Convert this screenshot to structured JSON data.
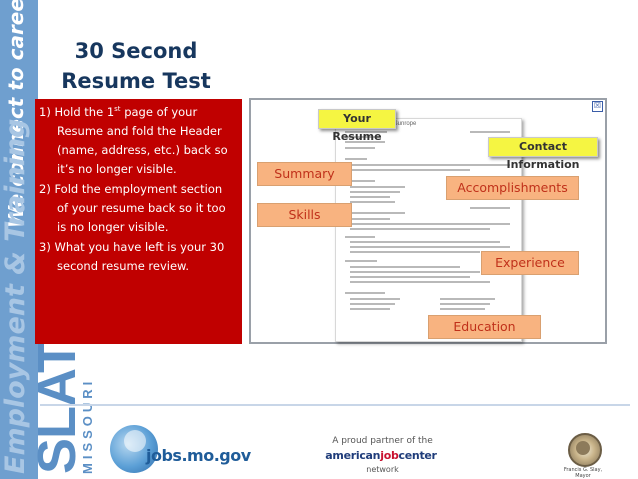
{
  "sidebar": {
    "tagline": "We connect to careers.",
    "watermark": "Employment & Training",
    "brand": "SLATE",
    "state": "MISSOURI"
  },
  "title": {
    "line1": "30 Second",
    "line2": "Resume Test"
  },
  "steps": [
    {
      "prefix": "1) Hold the 1",
      "sup": "st",
      "suffix": " page of your Resume and fold the Header (name, address, etc.) back so it’s no longer visible."
    },
    {
      "text": "2) Fold the employment section of your resume back so it too is no longer visible."
    },
    {
      "text": "3) What you have left is your 30 second resume review."
    }
  ],
  "resume_image": {
    "close_symbol": "☒",
    "name_line": "Chris Q. Sunrope",
    "your_resume": "Your Resume",
    "contact_info": "Contact Information"
  },
  "labels": {
    "summary": "Summary",
    "skills": "Skills",
    "accomplishments": "Accomplishments",
    "experience": "Experience",
    "education": "Education"
  },
  "footer": {
    "jobs_prefix": "jobs.",
    "jobs_suffix": "mo.gov",
    "partner": "A proud partner of the",
    "ajc_american": "american",
    "ajc_job": "job",
    "ajc_center": "center",
    "network": "network",
    "seal_caption": "Francis G. Slay, Mayor"
  },
  "colors": {
    "band": "#6f9fcf",
    "title": "#17375e",
    "red_box": "#c00000",
    "orange_label": "#f8b380",
    "orange_text": "#c0311a",
    "yellow_label": "#f5f542"
  }
}
